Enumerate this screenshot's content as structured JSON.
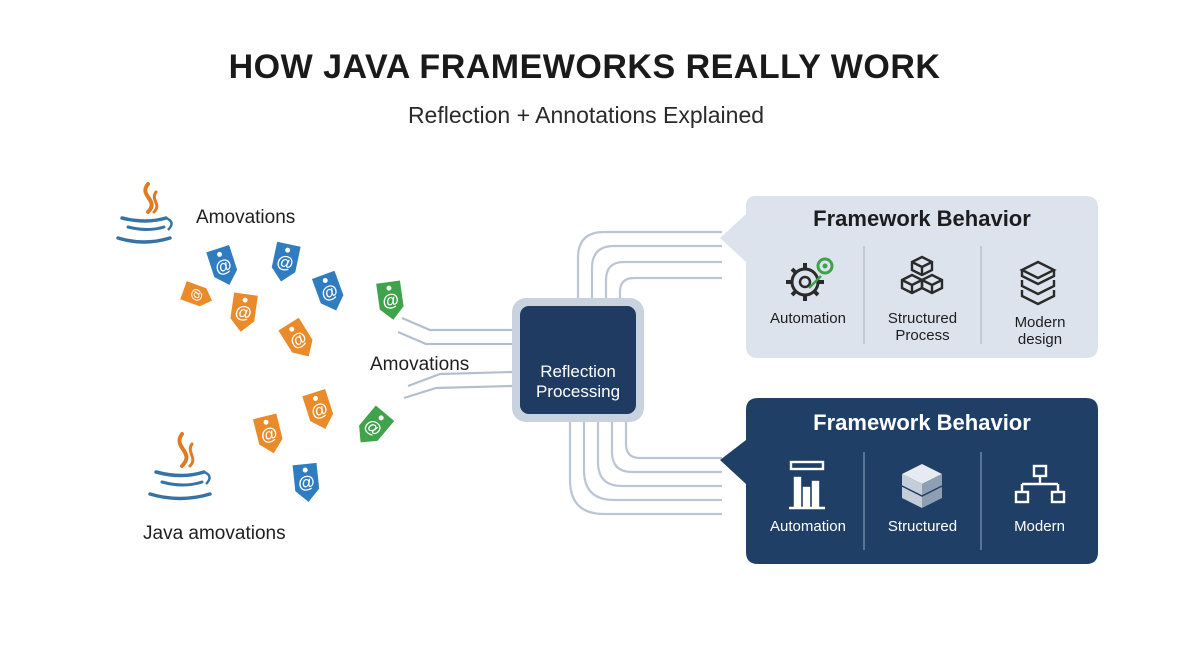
{
  "header": {
    "title": "HOW JAVA FRAMEWORKS REALLY WORK",
    "subtitle": "Reflection + Annotations Explained"
  },
  "left": {
    "top_label": "Amovations",
    "mid_label": "Amovations",
    "bottom_label": "Java amovations",
    "tag_symbol": "@",
    "colors": {
      "blue": "#2f7dc0",
      "orange": "#e98b2a",
      "green": "#3ea34a",
      "java_blue": "#3673a5",
      "java_orange": "#e07b22"
    }
  },
  "core": {
    "title": "Reflection Processing",
    "icon": "gears-icon",
    "colors": {
      "frame": "#c9d3e0",
      "fill": "#1f3b61"
    }
  },
  "panels": {
    "top": {
      "title": "Framework Behavior",
      "bg": "#dde3ec",
      "items": [
        {
          "icon": "gear-automation-icon",
          "label": "Automation"
        },
        {
          "icon": "stacked-blocks-icon",
          "label": "Structured Process"
        },
        {
          "icon": "layered-stack-icon",
          "label": "Modern design"
        }
      ]
    },
    "bottom": {
      "title": "Framework Behavior",
      "bg": "#1f3f66",
      "items": [
        {
          "icon": "bar-chart-icon",
          "label": "Automation"
        },
        {
          "icon": "cube-icon",
          "label": "Structured"
        },
        {
          "icon": "hierarchy-icon",
          "label": "Modern"
        }
      ]
    }
  }
}
